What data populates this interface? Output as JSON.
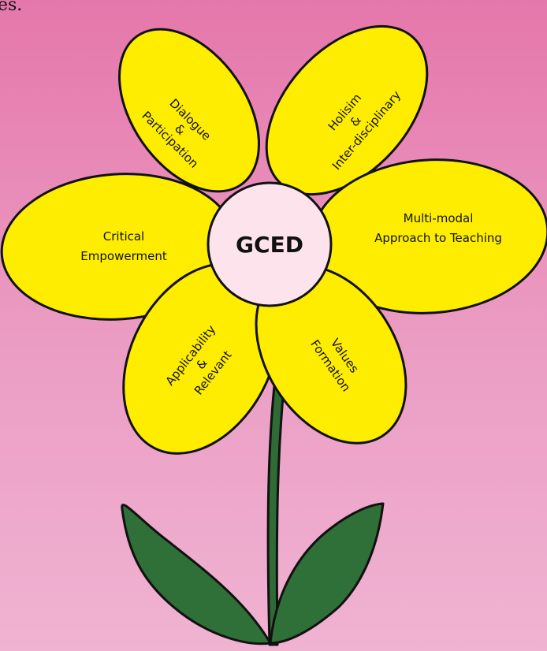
{
  "fragment_text": "es.",
  "center_label": "GCED",
  "petals": {
    "dialogue": [
      "Dialogue",
      "&",
      "Participation"
    ],
    "holism": [
      "Holisim",
      "&",
      "Inter-disciplinary"
    ],
    "multimodal": [
      "Multi-modal",
      "Approach to Teaching"
    ],
    "critical": [
      "Critical",
      "Empowerment"
    ],
    "applicability": [
      "Applicability",
      "&",
      "Relevant"
    ],
    "values": [
      "Values",
      "Formation"
    ]
  },
  "colors": {
    "background_top": "#e577ab",
    "background_bottom": "#f0b3d2",
    "petal_fill": "#ffed00",
    "center_fill": "#fde4ec",
    "stem_fill": "#2e6b35",
    "leaf_fill": "#2f6f38",
    "outline": "#111111"
  }
}
